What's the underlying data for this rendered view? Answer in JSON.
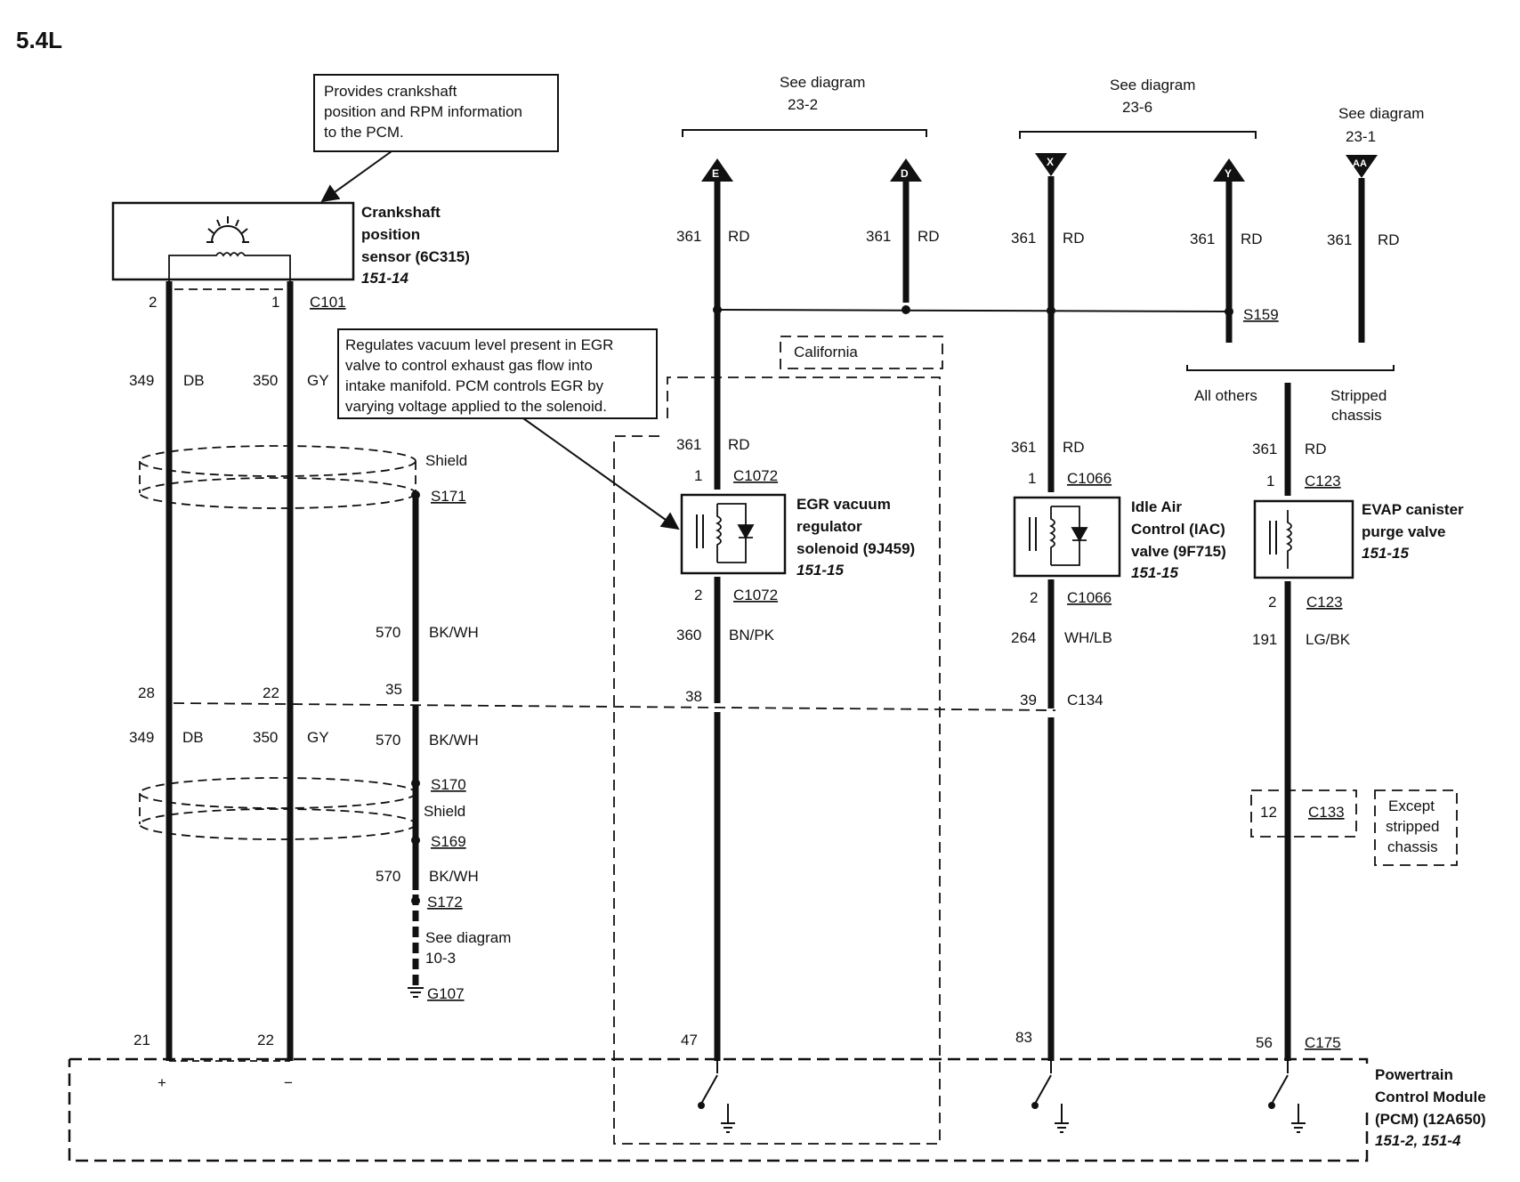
{
  "title": "5.4L",
  "notes": {
    "ckp_note": [
      "Provides crankshaft",
      "position and RPM information",
      "to the PCM."
    ],
    "egr_note": [
      "Regulates vacuum level present in EGR",
      "valve to control exhaust gas flow into",
      "intake manifold.  PCM controls EGR by",
      "varying voltage applied to the solenoid."
    ]
  },
  "components": {
    "ckp": {
      "lines": [
        "Crankshaft",
        "position",
        "sensor (6C315)"
      ],
      "ref": "151-14"
    },
    "egr": {
      "lines": [
        "EGR vacuum",
        "regulator",
        "solenoid (9J459)"
      ],
      "ref": "151-15"
    },
    "iac": {
      "lines": [
        "Idle Air",
        "Control (IAC)",
        "valve (9F715)"
      ],
      "ref": "151-15"
    },
    "evap": {
      "lines": [
        "EVAP canister",
        "purge valve"
      ],
      "ref": "151-15"
    },
    "pcm": {
      "lines": [
        "Powertrain",
        "Control Module",
        "(PCM) (12A650)"
      ],
      "ref": "151-2, 151-4"
    }
  },
  "see_diagram": {
    "d23_2": [
      "See diagram",
      "23-2"
    ],
    "d23_6": [
      "See diagram",
      "23-6"
    ],
    "d23_1": [
      "See diagram",
      "23-1"
    ],
    "d10_3": [
      "See diagram",
      "10-3"
    ]
  },
  "connectors": {
    "E": "E",
    "D": "D",
    "X": "X",
    "Y": "Y",
    "AA": "AA"
  },
  "labels": {
    "california": "California",
    "shield": "Shield",
    "all_others": "All others",
    "stripped": [
      "Stripped",
      "chassis"
    ],
    "except_stripped": [
      "Except",
      "stripped",
      "chassis"
    ],
    "plus": "+",
    "minus": "−"
  },
  "wires": {
    "w361": "361",
    "rd": "RD",
    "w349": "349",
    "db": "DB",
    "w350": "350",
    "gy": "GY",
    "w570": "570",
    "bkwh": "BK/WH",
    "w360": "360",
    "bnpk": "BN/PK",
    "w264": "264",
    "whlb": "WH/LB",
    "w191": "191",
    "lgbk": "LG/BK"
  },
  "pins": {
    "p1": "1",
    "p2": "2",
    "p12": "12",
    "p21": "21",
    "p22": "22",
    "p28": "28",
    "p35": "35",
    "p38": "38",
    "p39": "39",
    "p47": "47",
    "p83": "83",
    "p56": "56"
  },
  "refs": {
    "c101": "C101",
    "c1072": "C1072",
    "c1066": "C1066",
    "c123": "C123",
    "c134": "C134",
    "c133": "C133",
    "c175": "C175",
    "s159": "S159",
    "s171": "S171",
    "s170": "S170",
    "s169": "S169",
    "s172": "S172",
    "g107": "G107"
  }
}
